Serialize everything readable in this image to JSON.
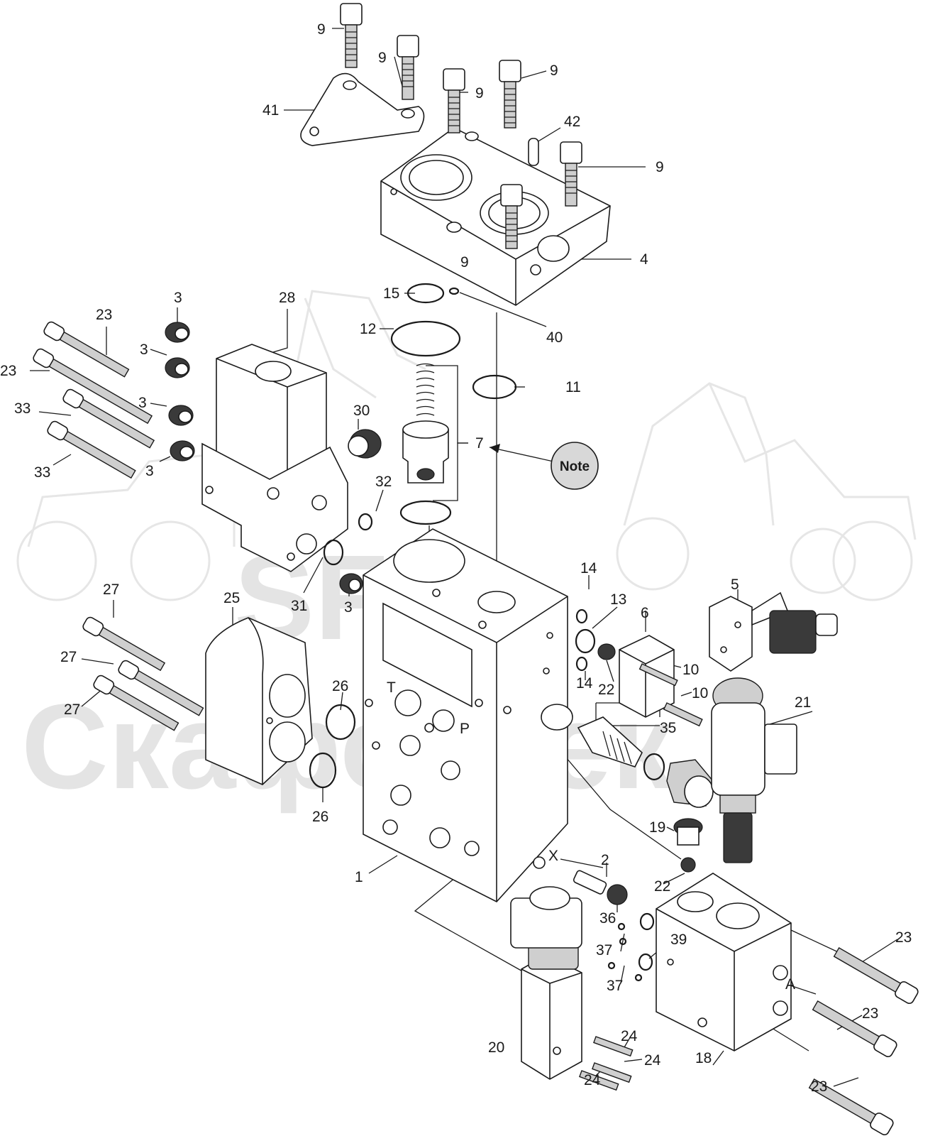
{
  "watermark": {
    "logo": "SFT",
    "brand": "Скафортек"
  },
  "callouts": {
    "c1": "1",
    "c2": "2",
    "c3": "3",
    "c4": "4",
    "c5": "5",
    "c6": "6",
    "c7": "7",
    "c9": "9",
    "c10": "10",
    "c11": "11",
    "c12": "12",
    "c13": "13",
    "c14": "14",
    "c15": "15",
    "c18": "18",
    "c19": "19",
    "c20": "20",
    "c21": "21",
    "c22": "22",
    "c23": "23",
    "c24": "24",
    "c25": "25",
    "c26": "26",
    "c27": "27",
    "c28": "28",
    "c30": "30",
    "c31": "31",
    "c32": "32",
    "c33": "33",
    "c35": "35",
    "c36": "36",
    "c37": "37",
    "c39": "39",
    "c40": "40",
    "c41": "41",
    "c42": "42"
  },
  "note_label": "Note",
  "port_marks": {
    "t": "T",
    "p": "P",
    "x": "X",
    "a": "A"
  }
}
